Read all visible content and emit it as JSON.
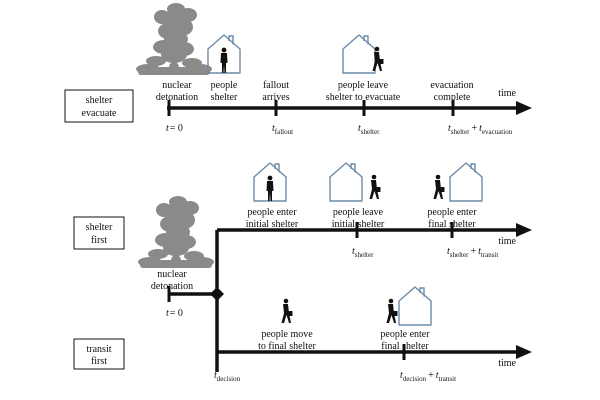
{
  "scenario_top": {
    "box_line1": "shelter",
    "box_line2": "evacuate",
    "events": [
      {
        "line1": "nuclear",
        "line2": "detonation"
      },
      {
        "line1": "people",
        "line2": "shelter"
      },
      {
        "line1": "fallout",
        "line2": "arrives"
      },
      {
        "line1": "people leave",
        "line2": "shelter to evacuate"
      },
      {
        "line1": "evacuation",
        "line2": "complete"
      }
    ],
    "axis_label": "time",
    "ticks": {
      "t0_main": "t",
      "t0_rest": "= 0",
      "fallout_main": "t",
      "fallout_sub": "fallout",
      "shelter_main": "t",
      "shelter_sub": "shelter",
      "evac_main1": "t",
      "evac_sub1": "shelter",
      "evac_plus": "+",
      "evac_main2": "t",
      "evac_sub2": "evacuation"
    }
  },
  "scenario_shelter_first": {
    "box_line1": "shelter",
    "box_line2": "first",
    "events": [
      {
        "line1": "people enter",
        "line2": "initial shelter"
      },
      {
        "line1": "people leave",
        "line2": "initial shelter"
      },
      {
        "line1": "people enter",
        "line2": "final shelter"
      }
    ],
    "axis_label": "time",
    "ticks": {
      "shelter_main": "t",
      "shelter_sub": "shelter",
      "end_main1": "t",
      "end_sub1": "shelter",
      "end_plus": "+",
      "end_main2": "t",
      "end_sub2": "transit"
    }
  },
  "detonation_lower": {
    "line1": "nuclear",
    "line2": "detonation",
    "t0_main": "t",
    "t0_rest": "= 0"
  },
  "scenario_transit_first": {
    "box_line1": "transit",
    "box_line2": "first",
    "events": [
      {
        "line1": "people move",
        "line2": "to final shelter"
      },
      {
        "line1": "people enter",
        "line2": "final shelter"
      }
    ],
    "axis_label": "time",
    "ticks": {
      "decision_main": "t",
      "decision_sub": "decision",
      "end_main1": "t",
      "end_sub1": "decision",
      "end_plus": "+",
      "end_main2": "t",
      "end_sub2": "transit"
    }
  },
  "icons": [
    "mushroom-cloud-icon",
    "house-icon",
    "person-icon",
    "walking-person-with-bag-icon"
  ],
  "colors": {
    "house_outline": "#6d8aa6",
    "smoke": "#8a8a8a",
    "ink": "#111111"
  }
}
